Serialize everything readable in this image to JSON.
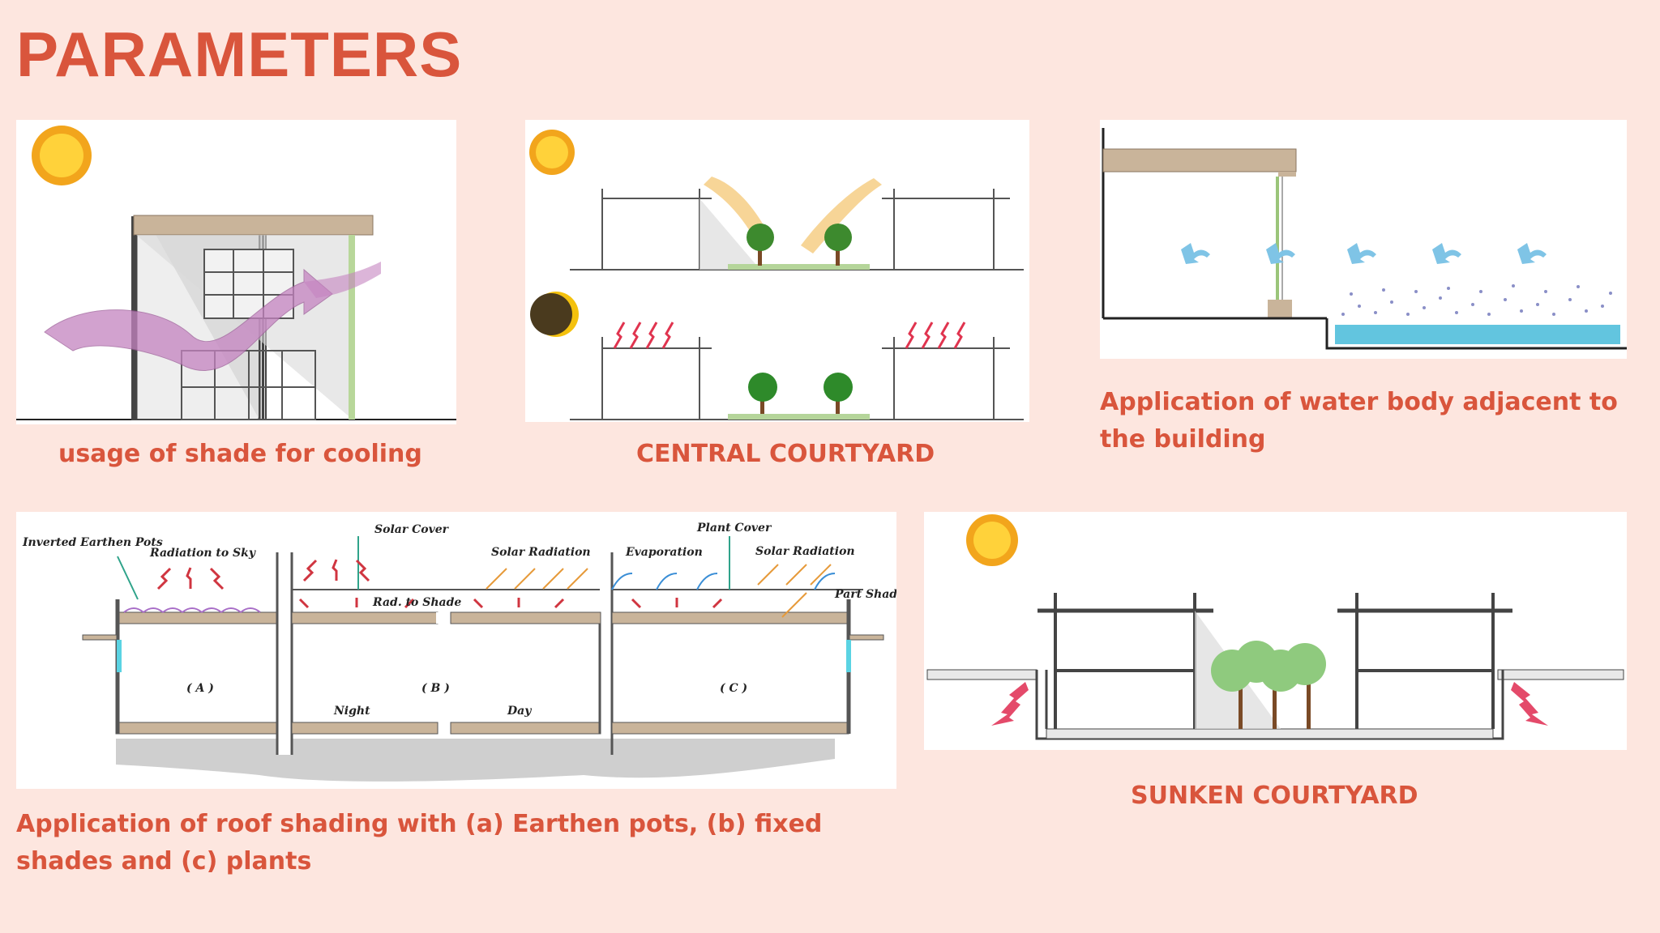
{
  "page": {
    "title": "PARAMETERS"
  },
  "panels": {
    "shade": {
      "caption": "usage of shade for cooling"
    },
    "central": {
      "caption": "CENTRAL  COURTYARD"
    },
    "water": {
      "caption": "Application of water body adjacent to the building"
    },
    "roof": {
      "caption": "Application of roof shading with (a) Earthen pots, (b) fixed shades and (c) plants",
      "labels": {
        "pots": "Inverted Earthen Pots",
        "rad_sky": "Radiation to Sky",
        "solar_cover": "Solar Cover",
        "solar_rad_b": "Solar Radiation",
        "rad_shade": "Rad. to Shade",
        "plant_cover": "Plant Cover",
        "evaporation": "Evaporation",
        "solar_rad_c": "Solar Radiation",
        "part_shade": "Part Shade",
        "a": "( A )",
        "b": "( B )",
        "c": "( C )",
        "night": "Night",
        "day": "Day"
      }
    },
    "sunken": {
      "caption": "SUNKEN  COURTYARD"
    }
  },
  "colors": {
    "accent": "#d9553c",
    "background": "#fde6df"
  }
}
